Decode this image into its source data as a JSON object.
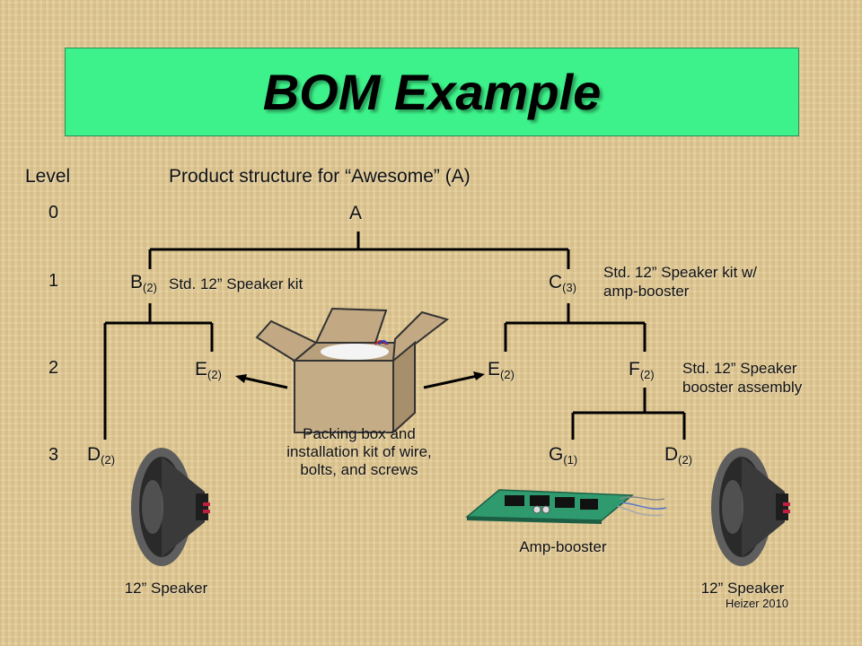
{
  "title": "BOM Example",
  "header": {
    "level": "Level",
    "product_structure": "Product structure for “Awesome” (A)"
  },
  "levels": [
    "0",
    "1",
    "2",
    "3"
  ],
  "nodes": {
    "A": {
      "letter": "A",
      "qty": ""
    },
    "B": {
      "letter": "B",
      "qty": "(2)"
    },
    "C": {
      "letter": "C",
      "qty": "(3)"
    },
    "E_left": {
      "letter": "E",
      "qty": "(2)"
    },
    "E_right": {
      "letter": "E",
      "qty": "(2)"
    },
    "F": {
      "letter": "F",
      "qty": "(2)"
    },
    "D_left": {
      "letter": "D",
      "qty": "(2)"
    },
    "G": {
      "letter": "G",
      "qty": "(1)"
    },
    "D_right": {
      "letter": "D",
      "qty": "(2)"
    }
  },
  "notes": {
    "b_desc": "Std. 12” Speaker kit",
    "c_desc_line1": "Std. 12” Speaker kit w/",
    "c_desc_line2": "amp-booster",
    "f_desc_line1": "Std. 12” Speaker",
    "f_desc_line2": "booster assembly"
  },
  "captions": {
    "box_line1": "Packing box and",
    "box_line2": "installation kit of wire,",
    "box_line3": "bolts, and screws",
    "amp": "Amp-booster",
    "speaker_left": "12” Speaker",
    "speaker_right": "12” Speaker"
  },
  "credit": "Heizer 2010",
  "colors": {
    "title_bg": "#3df28a",
    "background": "#e2cc9a"
  }
}
